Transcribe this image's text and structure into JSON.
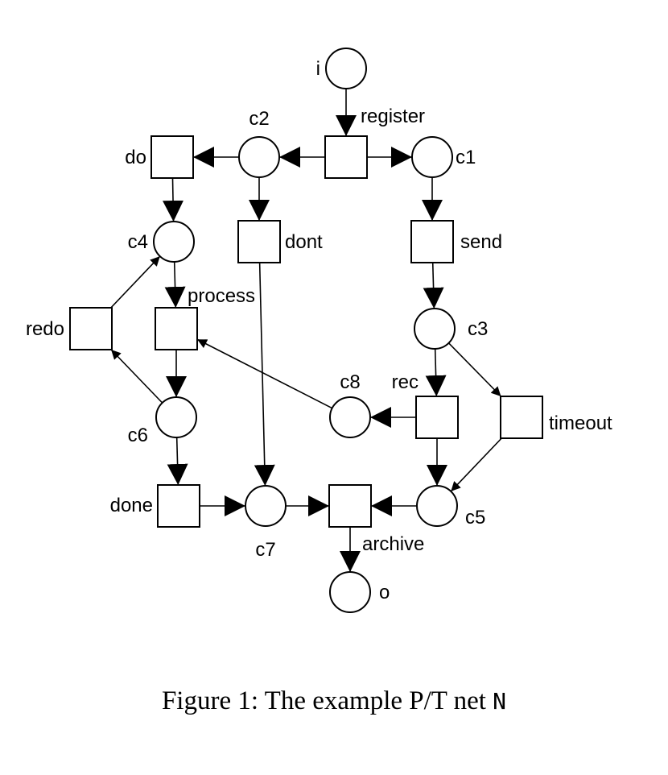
{
  "diagram": {
    "places": [
      {
        "id": "i",
        "label": "i"
      },
      {
        "id": "c1",
        "label": "c1"
      },
      {
        "id": "c2",
        "label": "c2"
      },
      {
        "id": "c3",
        "label": "c3"
      },
      {
        "id": "c4",
        "label": "c4"
      },
      {
        "id": "c5",
        "label": "c5"
      },
      {
        "id": "c6",
        "label": "c6"
      },
      {
        "id": "c7",
        "label": "c7"
      },
      {
        "id": "c8",
        "label": "c8"
      },
      {
        "id": "o",
        "label": "o"
      }
    ],
    "transitions": [
      {
        "id": "register",
        "label": "register"
      },
      {
        "id": "do",
        "label": "do"
      },
      {
        "id": "dont",
        "label": "dont"
      },
      {
        "id": "send",
        "label": "send"
      },
      {
        "id": "process",
        "label": "process"
      },
      {
        "id": "redo",
        "label": "redo"
      },
      {
        "id": "rec",
        "label": "rec"
      },
      {
        "id": "timeout",
        "label": "timeout"
      },
      {
        "id": "done",
        "label": "done"
      },
      {
        "id": "archive",
        "label": "archive"
      }
    ],
    "arcs": [
      [
        "i",
        "register"
      ],
      [
        "register",
        "c1"
      ],
      [
        "register",
        "c2"
      ],
      [
        "c2",
        "do"
      ],
      [
        "c2",
        "dont"
      ],
      [
        "c1",
        "send"
      ],
      [
        "do",
        "c4"
      ],
      [
        "c4",
        "process"
      ],
      [
        "send",
        "c3"
      ],
      [
        "redo",
        "c4"
      ],
      [
        "process",
        "c6"
      ],
      [
        "c6",
        "redo"
      ],
      [
        "c3",
        "rec"
      ],
      [
        "c3",
        "timeout"
      ],
      [
        "rec",
        "c8"
      ],
      [
        "c8",
        "process"
      ],
      [
        "rec",
        "c5"
      ],
      [
        "timeout",
        "c5"
      ],
      [
        "c6",
        "done"
      ],
      [
        "dont",
        "c7"
      ],
      [
        "done",
        "c7"
      ],
      [
        "c7",
        "archive"
      ],
      [
        "c5",
        "archive"
      ],
      [
        "archive",
        "o"
      ]
    ]
  },
  "caption": {
    "text": "Figure 1: The example P/T net",
    "symbol": "N"
  }
}
